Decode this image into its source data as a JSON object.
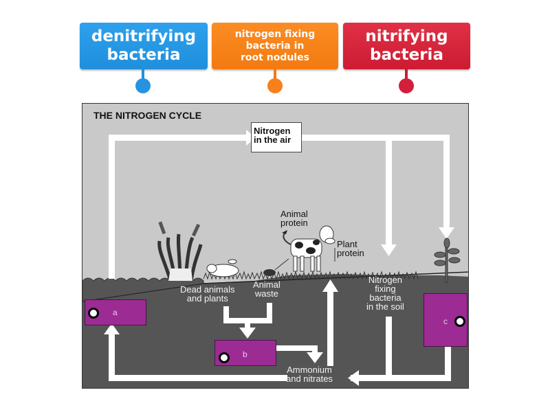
{
  "tiles": [
    {
      "id": "denitrifying",
      "lines": [
        "denitrifying",
        "bacteria"
      ],
      "color": "#1f8fdc"
    },
    {
      "id": "nitrogen-fixing-nodules",
      "lines": [
        "nitrogen fixing",
        "bacteria in",
        "root nodules"
      ],
      "color": "#f27b10"
    },
    {
      "id": "nitrifying",
      "lines": [
        "nitrifying",
        "bacteria"
      ],
      "color": "#cc1b33"
    }
  ],
  "diagram": {
    "title": "THE NITROGEN CYCLE",
    "air_box": [
      "Nitrogen",
      "in the air"
    ],
    "labels": {
      "animal_protein": [
        "Animal",
        "protein"
      ],
      "plant_protein": [
        "Plant",
        "protein"
      ],
      "dead_animals": [
        "Dead animals",
        "and plants"
      ],
      "animal_waste": [
        "Animal",
        "waste"
      ],
      "soil_bacteria": [
        "Nitrogen",
        "fixing",
        "bacteria",
        "in the soil"
      ],
      "ammonium": [
        "Ammonium",
        "and nitrates"
      ]
    },
    "drop_zones": [
      {
        "letter": "a"
      },
      {
        "letter": "b"
      },
      {
        "letter": "c"
      }
    ],
    "colors": {
      "sky": "#c9c9c9",
      "soil": "#555555",
      "drop_zone": "#9c2b94"
    }
  }
}
